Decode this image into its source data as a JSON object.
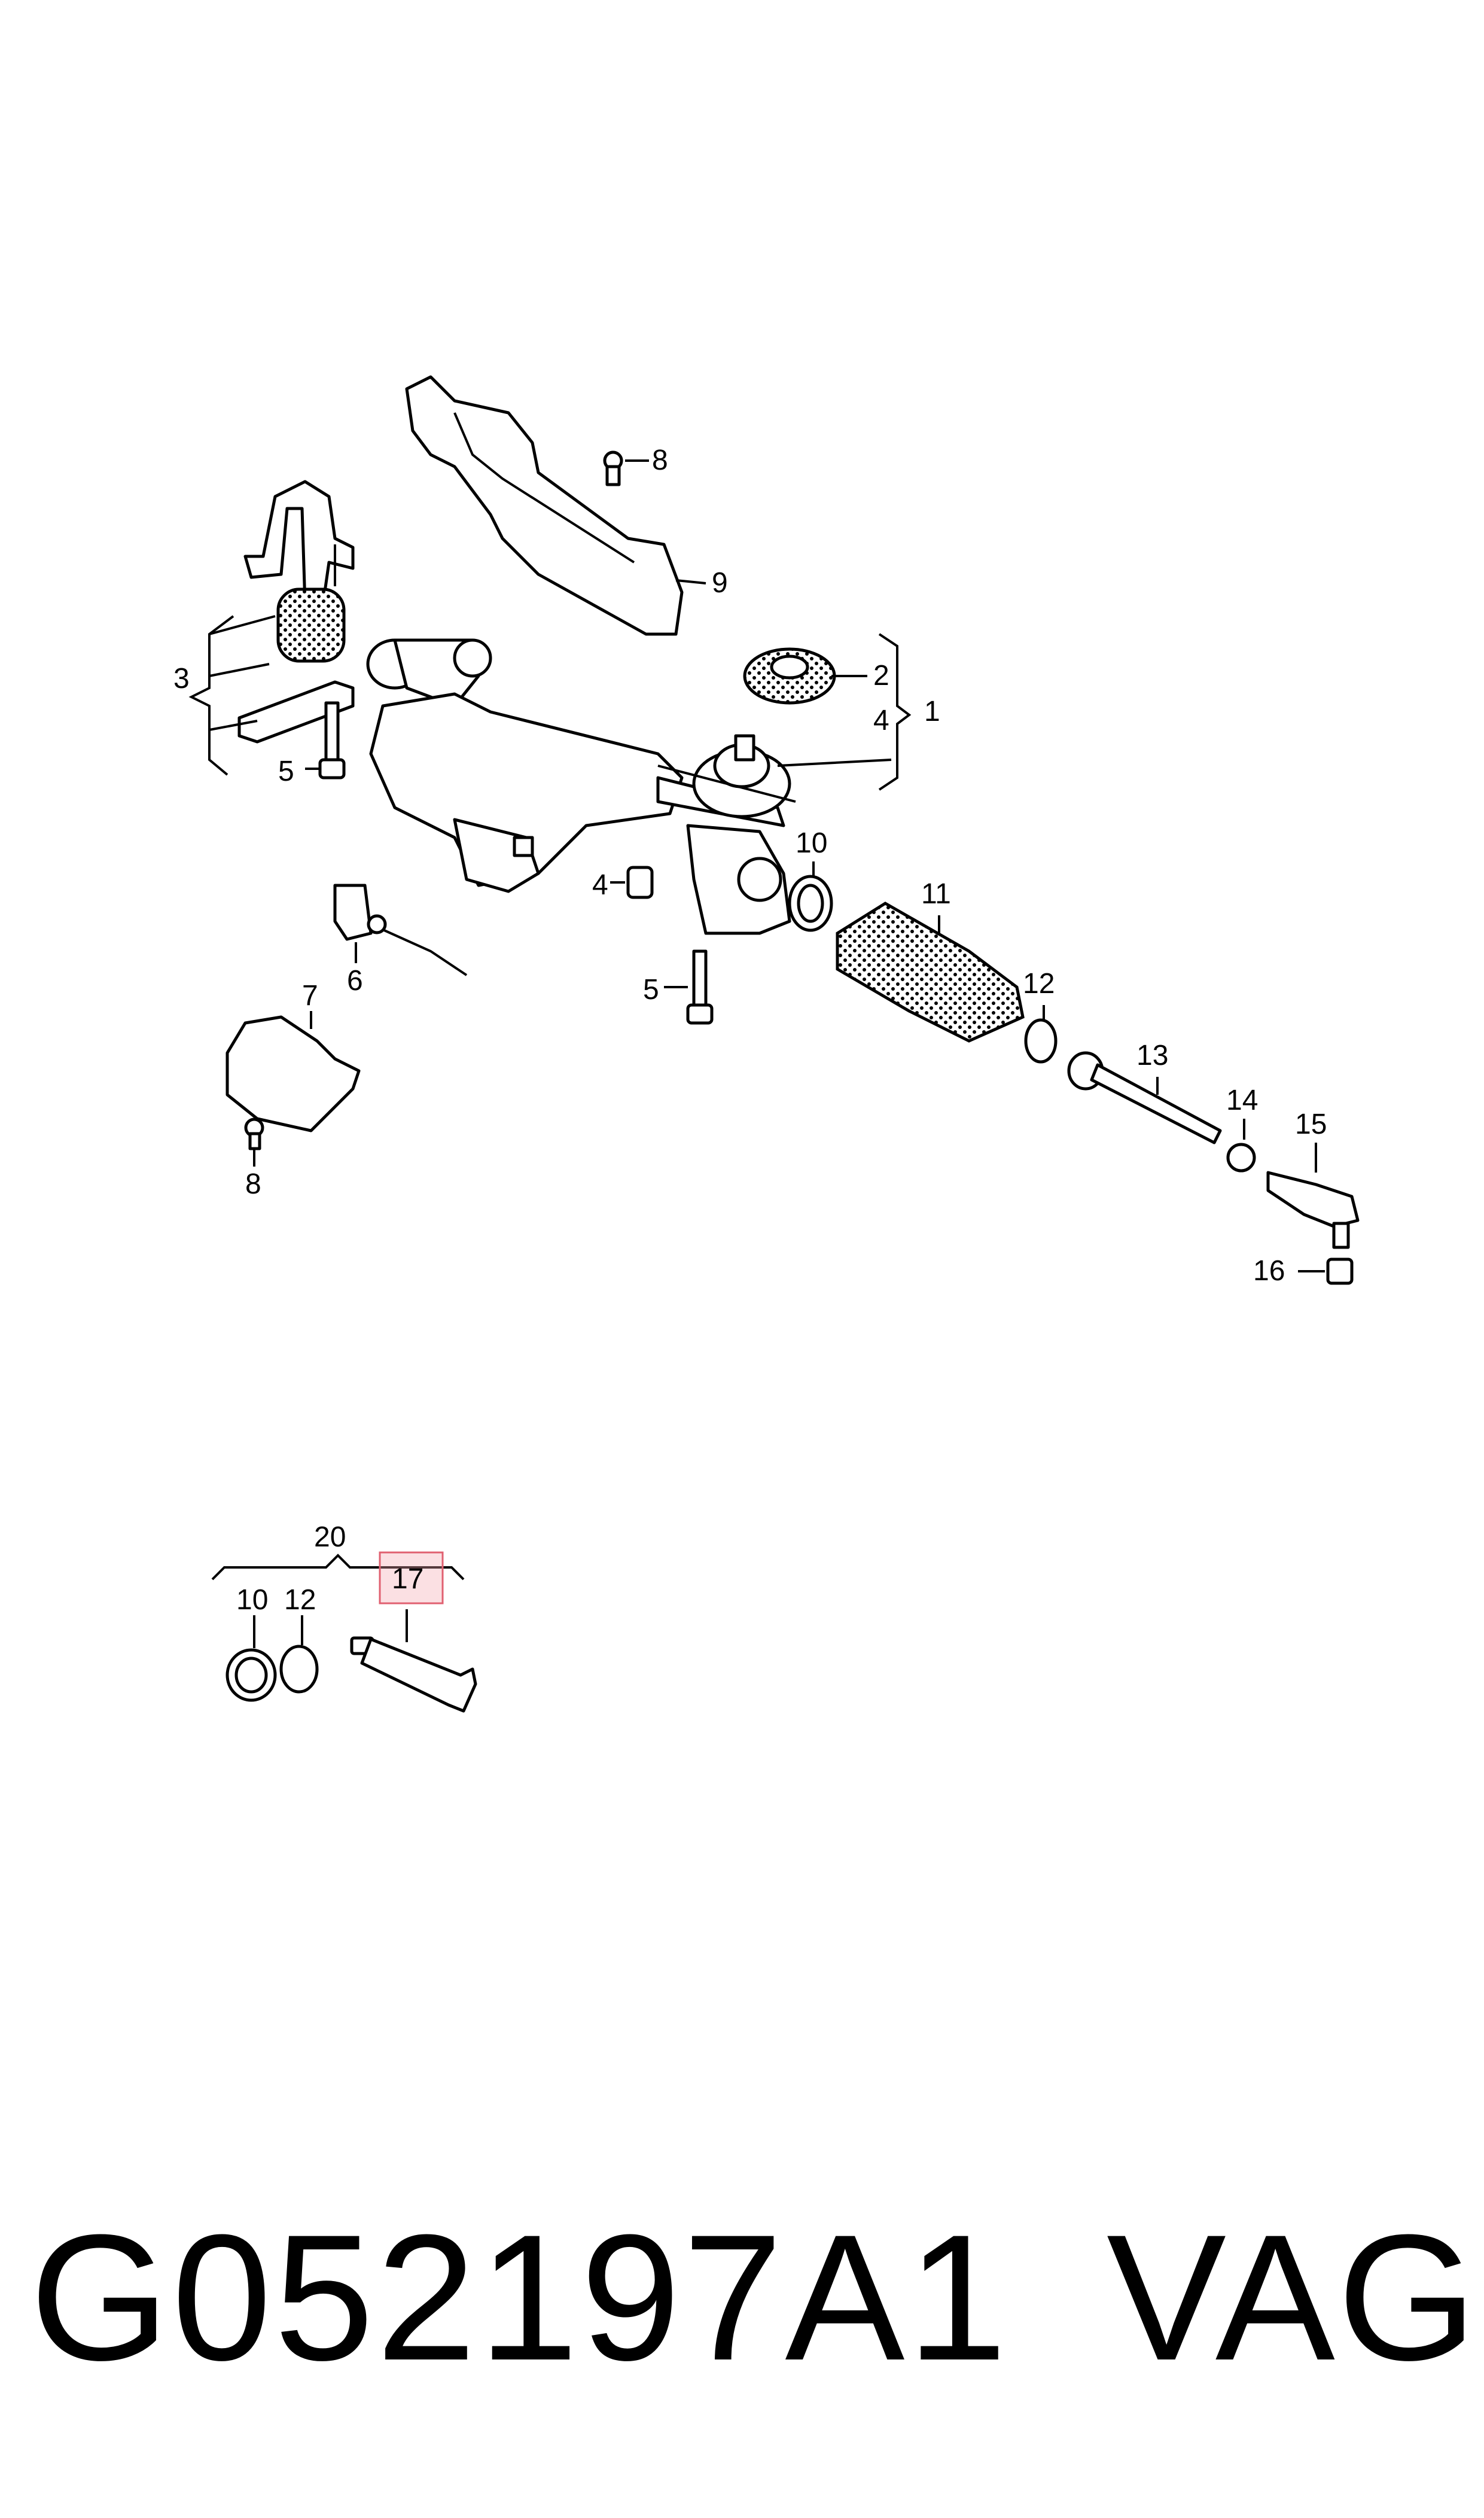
{
  "callouts": {
    "c1": "1",
    "c2": "2",
    "c3": "3",
    "c4a": "4",
    "c4b": "4",
    "c5a": "5",
    "c5b": "5",
    "c6": "6",
    "c7": "7",
    "c8a": "8",
    "c8b": "8",
    "c9": "9",
    "c10a": "10",
    "c11": "11",
    "c12a": "12",
    "c13": "13",
    "c14": "14",
    "c15": "15",
    "c16": "16",
    "c20": "20",
    "c10b": "10",
    "c12b": "12",
    "c17": "17"
  },
  "highlight_color": "#f4a7b0",
  "footer": {
    "part_code": "G052197A1",
    "brand": "VAG"
  }
}
